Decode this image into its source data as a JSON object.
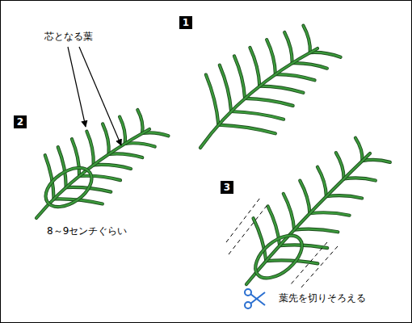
{
  "diagram": {
    "labels": [
      "1",
      "芯となる葉",
      "2",
      "3",
      "8～9センチぐらい",
      "葉先を切りそろえる"
    ]
  }
}
